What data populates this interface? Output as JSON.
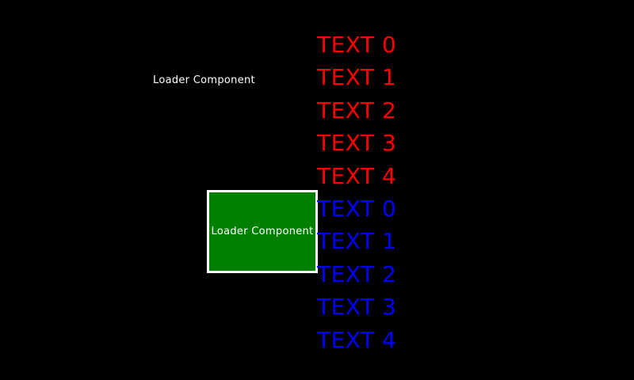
{
  "loader_top": {
    "label": "Loader Component"
  },
  "loader_box": {
    "label": "Loader Component",
    "fill_color": "#008000",
    "border_color": "#ffffff"
  },
  "colors": {
    "background": "#000000",
    "red": "#ff0000",
    "blue": "#0000ff"
  },
  "red_list": [
    "TEXT 0",
    "TEXT 1",
    "TEXT 2",
    "TEXT 3",
    "TEXT 4"
  ],
  "blue_list": [
    "TEXT 0",
    "TEXT 1",
    "TEXT 2",
    "TEXT 3",
    "TEXT 4"
  ]
}
